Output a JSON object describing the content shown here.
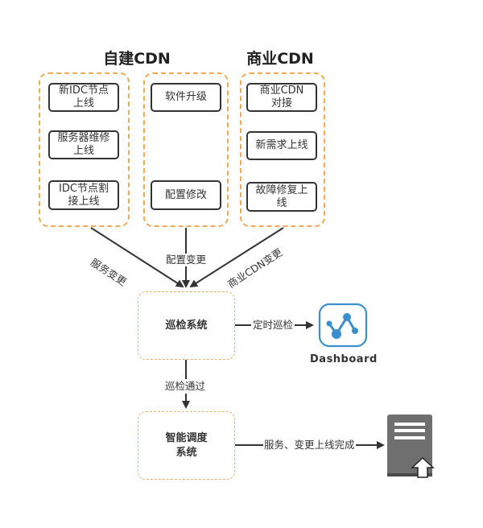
{
  "groups": {
    "self_built_title": "自建CDN",
    "commercial_title": "商业CDN",
    "self_built_col1": [
      "新IDC节点上线",
      "服务器维修上线",
      "IDC节点割接上线"
    ],
    "self_built_col2": [
      "软件升级",
      "配置修改"
    ],
    "commercial": [
      "商业CDN对接",
      "新需求上线",
      "故障修复上线"
    ]
  },
  "node_lines": {
    "n1": [
      "新IDC节点",
      "上线"
    ],
    "n2": [
      "服务器维修",
      "上线"
    ],
    "n3": [
      "IDC节点割",
      "接上线"
    ],
    "n4": [
      "软件升级"
    ],
    "n5": [
      "配置修改"
    ],
    "n6": [
      "商业CDN",
      "对接"
    ],
    "n7": [
      "新需求上线"
    ],
    "n8": [
      "故障修复上",
      "线"
    ]
  },
  "edges": {
    "service_change": "服务变更",
    "config_change": "配置变更",
    "commercial_cdn_change": "商业CDN变更",
    "scheduled_patrol": "定时巡检",
    "patrol_passed": "巡检通过",
    "deploy_complete": "服务、变更上线完成"
  },
  "systems": {
    "patrol": "巡检系统",
    "dispatch_line1": "智能调度",
    "dispatch_line2": "系统"
  },
  "dashboard": {
    "label": "Dashboard",
    "icon": "dashboard-chart-icon"
  },
  "server": {
    "icon": "server-upload-icon"
  },
  "colors": {
    "group_border": "#f0a955",
    "system_border": "#e8b070",
    "node_border": "#333333",
    "arrow": "#333333",
    "dashboard_blue": "#3a8fd0",
    "server_gray": "#6f6f6f"
  }
}
